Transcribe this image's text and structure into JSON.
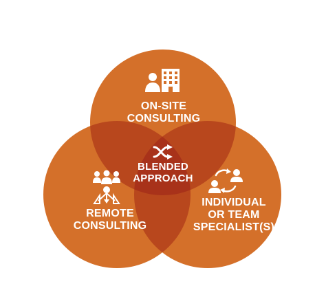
{
  "colors": {
    "circle": "#d4702a",
    "pair_overlap": "#b8471d",
    "center_overlap": "#a8321a",
    "text": "#ffffff"
  },
  "circles": {
    "top": {
      "icon": "person-with-building-icon",
      "label_lines": [
        "ON-SITE",
        "CONSULTING"
      ]
    },
    "left": {
      "icon": "group-with-arrows-icon",
      "label_lines": [
        "REMOTE",
        "CONSULTING"
      ]
    },
    "right": {
      "icon": "people-exchange-icon",
      "label_lines": [
        "INDIVIDUAL",
        "OR TEAM",
        "SPECIALIST(S)"
      ]
    }
  },
  "center": {
    "icon": "shuffle-icon",
    "label_lines": [
      "BLENDED",
      "APPROACH"
    ]
  }
}
